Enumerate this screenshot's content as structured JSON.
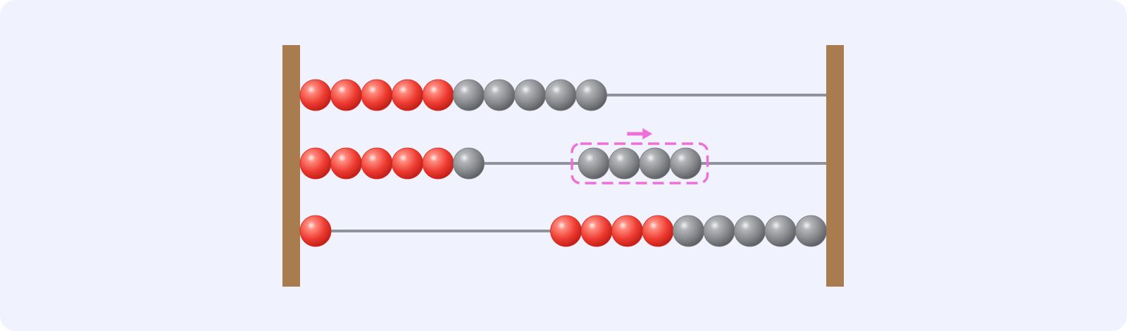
{
  "colors": {
    "background": "#f0f3fd",
    "frame": "#a97c50",
    "rod": "#8f949b",
    "bead_red": "#f03a33",
    "bead_gray": "#8c8d91",
    "highlight": "#ef6fd9"
  },
  "abacus": {
    "rows": [
      {
        "beads": [
          "red",
          "red",
          "red",
          "red",
          "red",
          "gray",
          "gray",
          "gray",
          "gray",
          "gray"
        ],
        "groups": [
          10
        ]
      },
      {
        "beads": [
          "red",
          "red",
          "red",
          "red",
          "red",
          "gray",
          "gray",
          "gray",
          "gray",
          "gray"
        ],
        "groups": [
          6,
          4
        ],
        "moving_group": 1,
        "move_direction": "right"
      },
      {
        "beads": [
          "red",
          "red",
          "red",
          "red",
          "red",
          "gray",
          "gray",
          "gray",
          "gray",
          "gray"
        ],
        "groups": [
          1,
          9
        ]
      }
    ]
  }
}
